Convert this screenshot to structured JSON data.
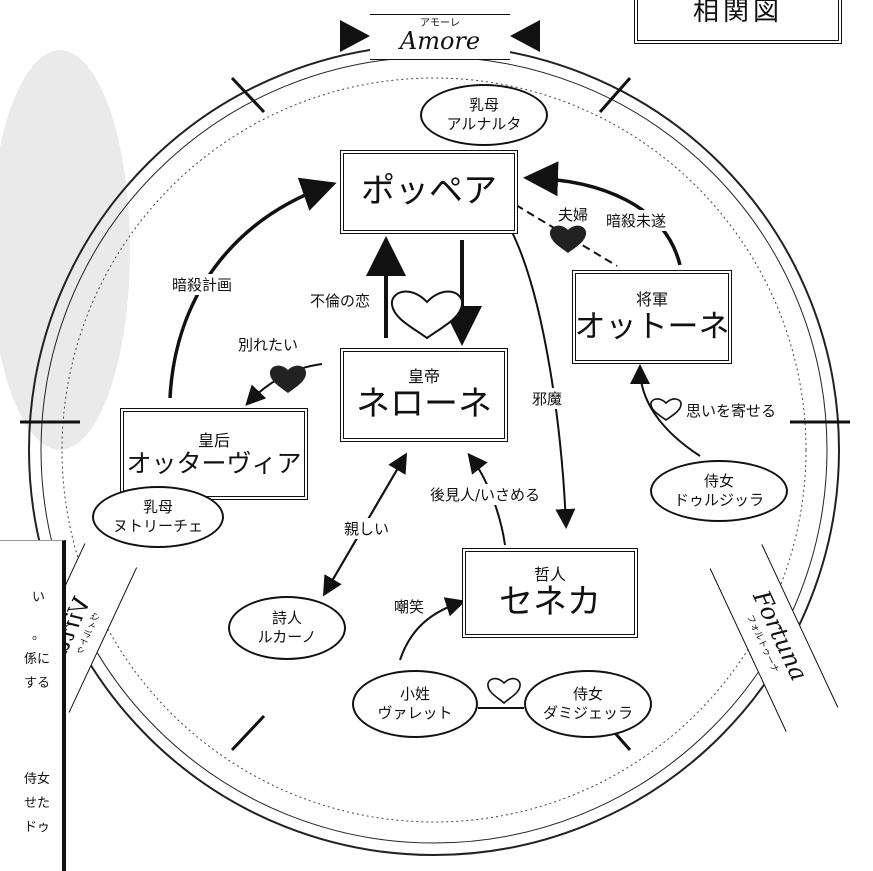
{
  "title_corner": "相関図",
  "banners": {
    "amore": {
      "title": "Amore",
      "ruby": "アモーレ"
    },
    "fortuna": {
      "title": "Fortuna",
      "ruby": "フォルトゥーナ"
    },
    "virtu": {
      "title": "Virtu",
      "ruby": "ヴィルトゥ"
    }
  },
  "characters": {
    "poppea": {
      "name": "ポッペア"
    },
    "nerone": {
      "role": "皇帝",
      "name": "ネローネ"
    },
    "ottone": {
      "role": "将軍",
      "name": "オットーネ"
    },
    "ottavia": {
      "role": "皇后",
      "name": "オッターヴィア"
    },
    "seneca": {
      "role": "哲人",
      "name": "セネカ"
    },
    "arnalta": {
      "role": "乳母",
      "name": "アルナルタ"
    },
    "nutrice": {
      "role": "乳母",
      "name": "ヌトリーチェ"
    },
    "drusilla": {
      "role": "侍女",
      "name": "ドゥルジッラ"
    },
    "lucano": {
      "role": "詩人",
      "name": "ルカーノ"
    },
    "valletto": {
      "role": "小姓",
      "name": "ヴァレット"
    },
    "damigella": {
      "role": "侍女",
      "name": "ダミジェッラ"
    }
  },
  "relations": {
    "affair": "不倫の恋",
    "married": "夫婦",
    "assassination_attempt": "暗殺未遂",
    "assassination_plan": "暗殺計画",
    "want_divorce": "別れたい",
    "nuisance": "邪魔",
    "affection": "思いを寄せる",
    "guardian": "後見人/いさめる",
    "close": "親しい",
    "mockery": "嘲笑"
  },
  "side_text": [
    "い",
    "。",
    "係に",
    "する",
    "侍女",
    "せた",
    "ドゥ"
  ]
}
